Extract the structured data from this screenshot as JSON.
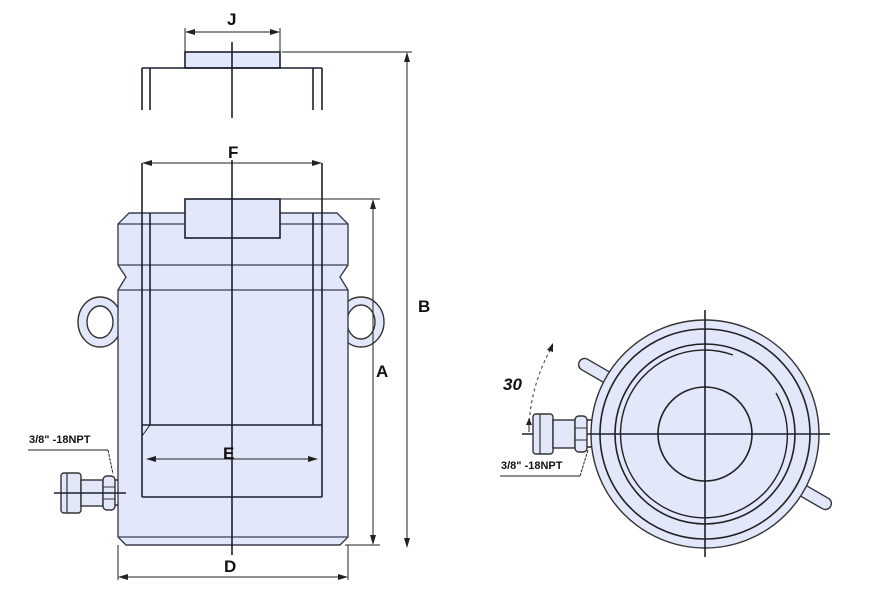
{
  "diagram": {
    "title": "Hydraulic cylinder dimension drawing",
    "views": [
      "side-view",
      "top-view"
    ],
    "colors": {
      "body_fill": "#e2e7fa",
      "line": "#1c2030"
    },
    "dimension_labels": {
      "J": "J",
      "F": "F",
      "B": "B",
      "A": "A",
      "E": "E",
      "D": "D"
    },
    "port_label_side": "3/8\"  -18NPT",
    "port_label_top": "3/8\"  -18NPT",
    "angle_label": "30"
  }
}
